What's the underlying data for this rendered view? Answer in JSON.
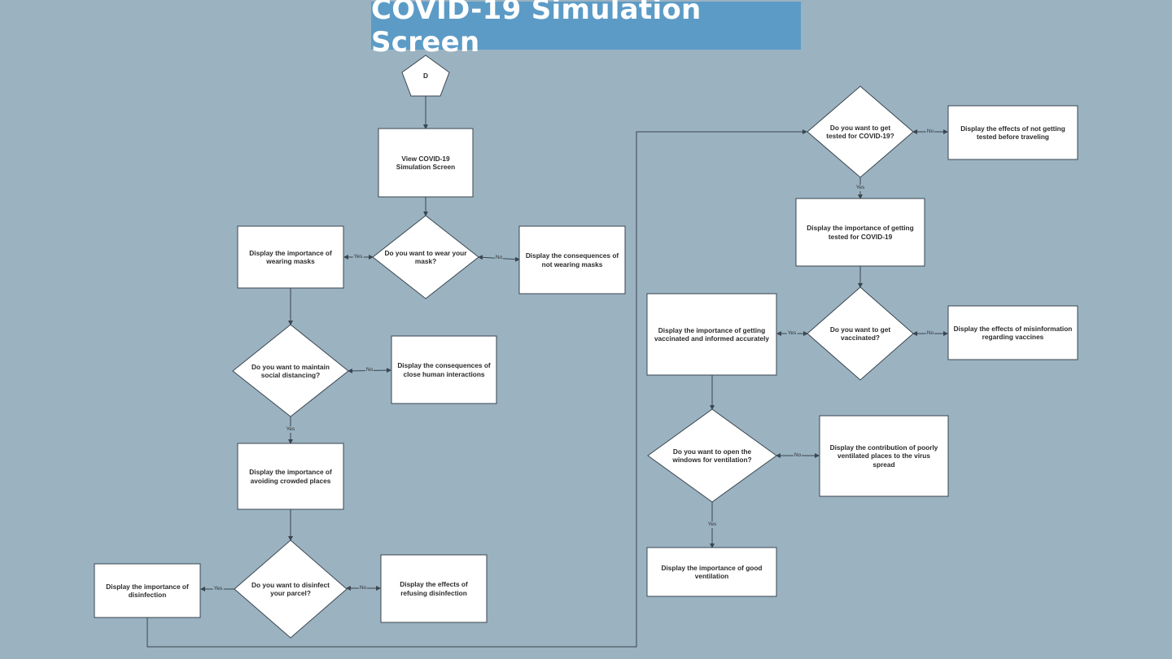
{
  "title": "COVID-19 Simulation Screen",
  "colors": {
    "background": "#9bb2c1",
    "title_bg": "#5c9bc6",
    "title_text": "#ffffff",
    "node_fill": "#ffffff",
    "stroke": "#3a4650"
  },
  "nodes": {
    "start": "D",
    "view_screen": "View  COVID-19 Simulation Screen",
    "q_mask": "Do you want to wear your mask?",
    "mask_yes": "Display the importance of wearing masks",
    "mask_no": "Display the consequences of not wearing masks",
    "q_distance": "Do you want to maintain social distancing?",
    "distance_no": "Display the consequences of close human interactions",
    "distance_yes": "Display the importance of avoiding crowded places",
    "q_disinfect": "Do you want to disinfect your parcel?",
    "disinfect_yes": "Display the importance of disinfection",
    "disinfect_no": "Display the effects of refusing disinfection",
    "q_test": "Do you want to get tested for COVID-19?",
    "test_no": "Display the effects of not getting tested before traveling",
    "test_yes": "Display the importance of getting tested for COVID-19",
    "q_vaccine": "Do you want to get vaccinated?",
    "vaccine_yes": "Display the importance of getting vaccinated and informed accurately",
    "vaccine_no": "Display the effects of misinformation regarding vaccines",
    "q_window": "Do you want to open  the windows for ventilation?",
    "window_no": "Display the contribution of poorly ventilated places to the virus spread",
    "window_yes": "Display the importance of good ventilation"
  },
  "edge_labels": {
    "mask_yes": "Yes",
    "mask_no": "No",
    "distance_no": "No",
    "distance_yes": "Yes",
    "disinfect_yes": "Yes",
    "disinfect_no": "No",
    "test_no": "No",
    "test_yes": "Yes",
    "vaccine_yes": "Yes",
    "vaccine_no": "No",
    "window_no": "No",
    "window_yes": "Yes"
  }
}
